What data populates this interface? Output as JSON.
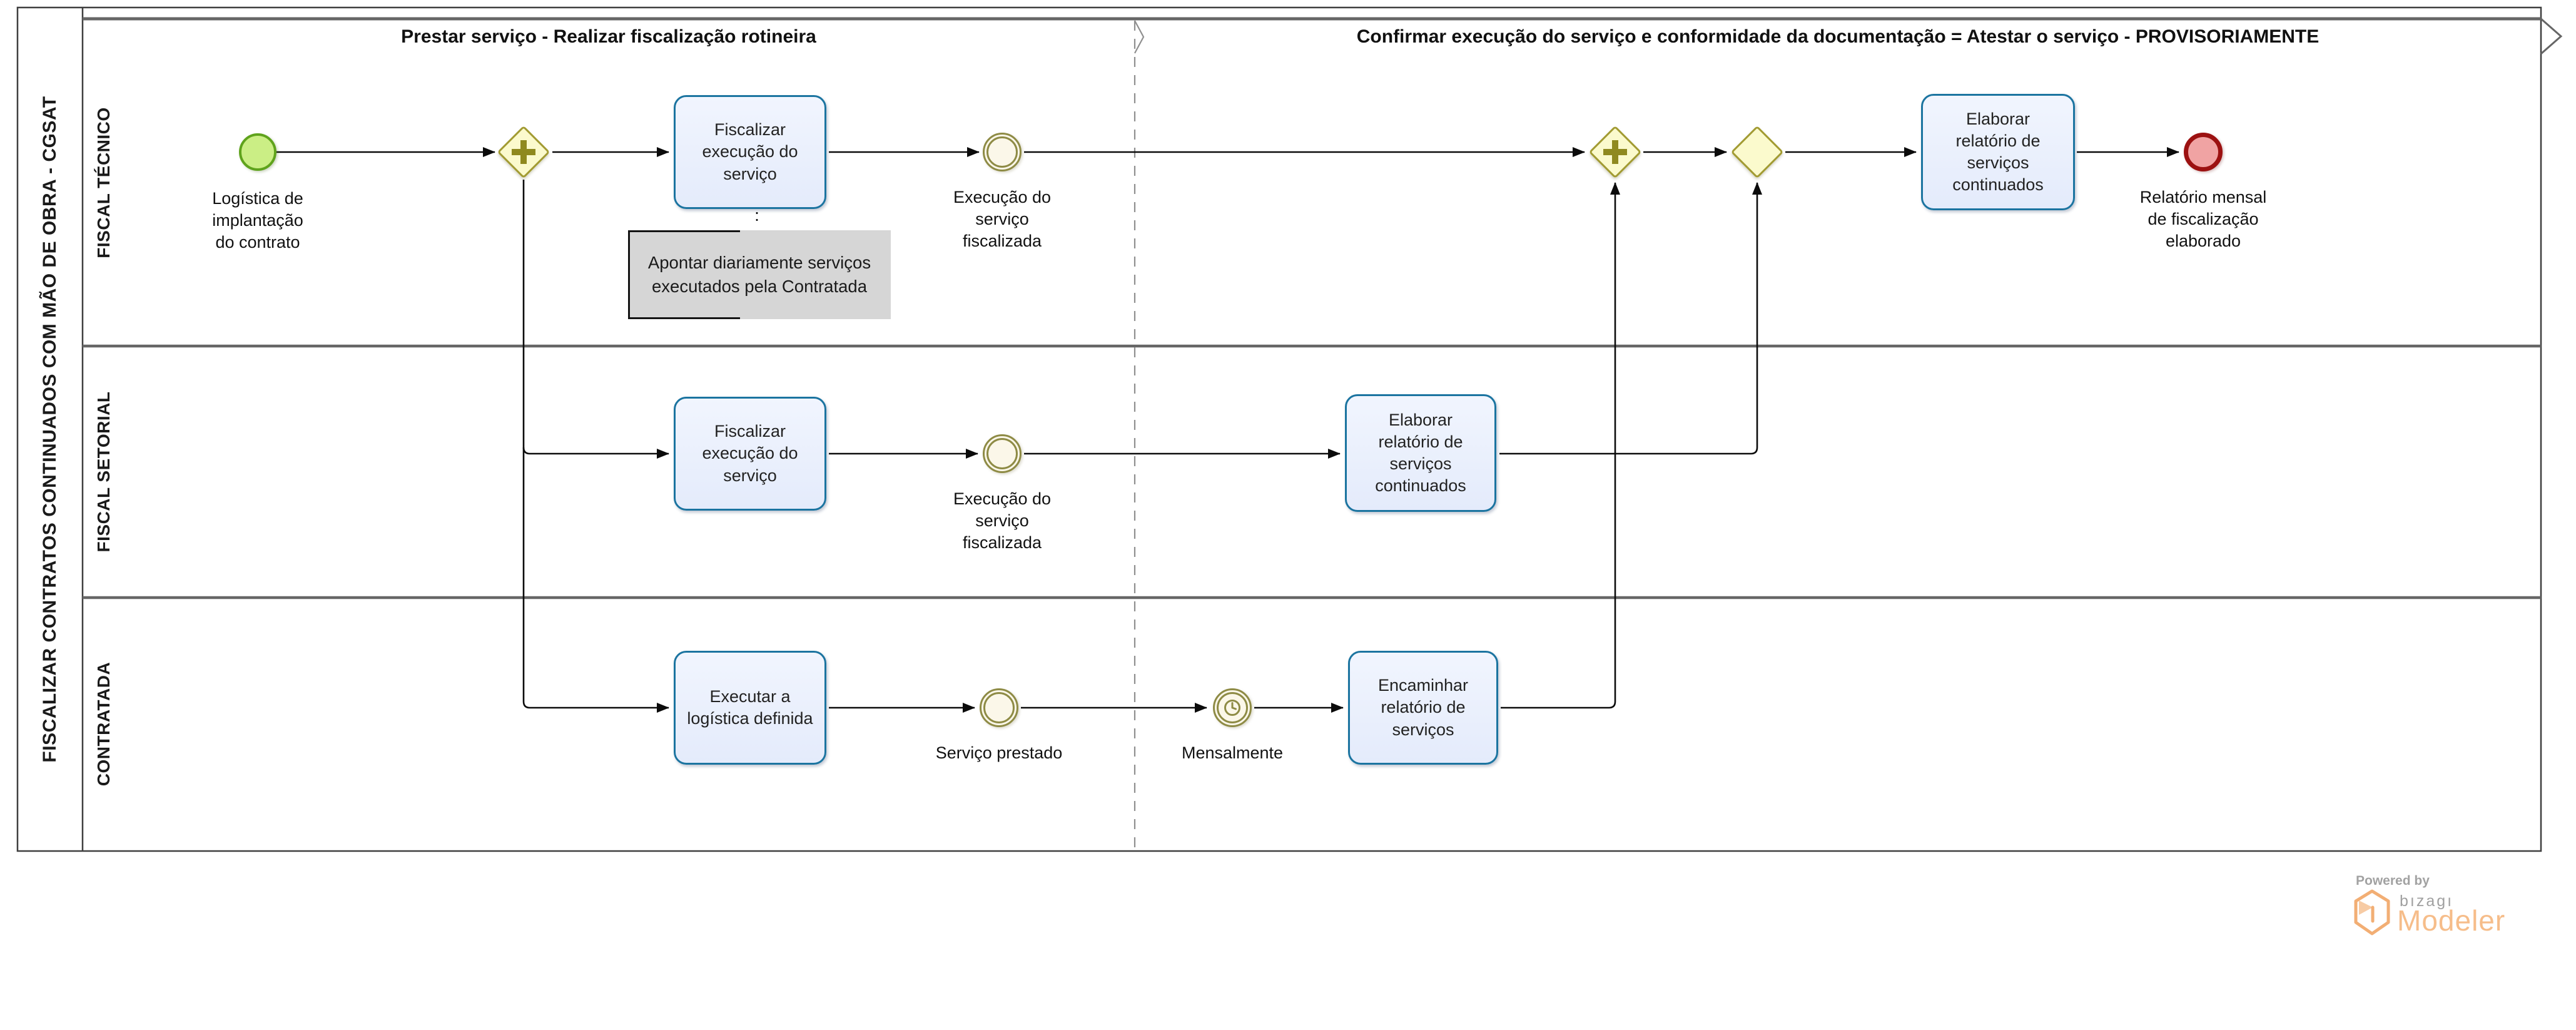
{
  "pool": {
    "title": "FISCALIZAR CONTRATOS CONTINUADOS COM MÃO DE OBRA - CGSAT"
  },
  "lanes": [
    {
      "label": "FISCAL TÉCNICO"
    },
    {
      "label": "FISCAL SETORIAL"
    },
    {
      "label": "CONTRATADA"
    }
  ],
  "phases": [
    {
      "label": "Prestar serviço - Realizar fiscalização rotineira"
    },
    {
      "label": "Confirmar execução do serviço e conformidade da documentação = Atestar o serviço - PROVISORIAMENTE"
    }
  ],
  "nodes": {
    "start_event": {
      "type": "start-event",
      "label": "Logística de\nimplantação\ndo contrato"
    },
    "gateway_split": {
      "type": "parallel-gateway"
    },
    "task_fiscalizar_tecnico": {
      "type": "task",
      "label": "Fiscalizar\nexecução do\nserviço"
    },
    "annotation": {
      "type": "text-annotation",
      "label": "Apontar diariamente serviços\nexecutados pela Contratada"
    },
    "event_fiscalizada_tecnico": {
      "type": "intermediate-event",
      "label": "Execução do\nserviço\nfiscalizada"
    },
    "gateway_join": {
      "type": "parallel-gateway"
    },
    "gateway_merge": {
      "type": "exclusive-gateway"
    },
    "task_elaborar_tecnico": {
      "type": "task",
      "label": "Elaborar\nrelatório de\nserviços\ncontinuados"
    },
    "end_event": {
      "type": "end-event",
      "label": "Relatório mensal\nde fiscalização\nelaborado"
    },
    "task_fiscalizar_setorial": {
      "type": "task",
      "label": "Fiscalizar\nexecução do\nserviço"
    },
    "event_fiscalizada_setorial": {
      "type": "intermediate-event",
      "label": "Execução do\nserviço\nfiscalizada"
    },
    "task_elaborar_setorial": {
      "type": "task",
      "label": "Elaborar\nrelatório de\nserviços\ncontinuados"
    },
    "task_executar_logistica": {
      "type": "task",
      "label": "Executar a\nlogística definida"
    },
    "event_servico_prestado": {
      "type": "intermediate-event",
      "label": "Serviço prestado"
    },
    "timer_mensalmente": {
      "type": "timer-intermediate-event",
      "label": "Mensalmente"
    },
    "task_encaminhar": {
      "type": "task",
      "label": "Encaminhar\nrelatório de\nserviços"
    }
  },
  "colors": {
    "task_border": "#1b74a0",
    "task_fill": "#e9effc",
    "start_border": "#5fa31c",
    "start_fill": "#cbee85",
    "intermediate_ring": "#8e8b45",
    "intermediate_fill": "#fbf7e9",
    "end_border": "#9c1111",
    "end_fill": "#f0a3a3",
    "gateway_border": "#a29b32",
    "gateway_fill": "#fbfacd",
    "gateway_marker": "#8f891f",
    "annotation_fill": "#d6d6d6",
    "lane_line": "#666666",
    "flow_line": "#0b0b0b",
    "phase_dash": "#8f8f8f",
    "logo_orange": "#f6bd8a",
    "logo_gray": "#a0a0a0"
  },
  "branding": {
    "powered_by": "Powered by",
    "brand": "bızagı",
    "product": "Modeler"
  }
}
